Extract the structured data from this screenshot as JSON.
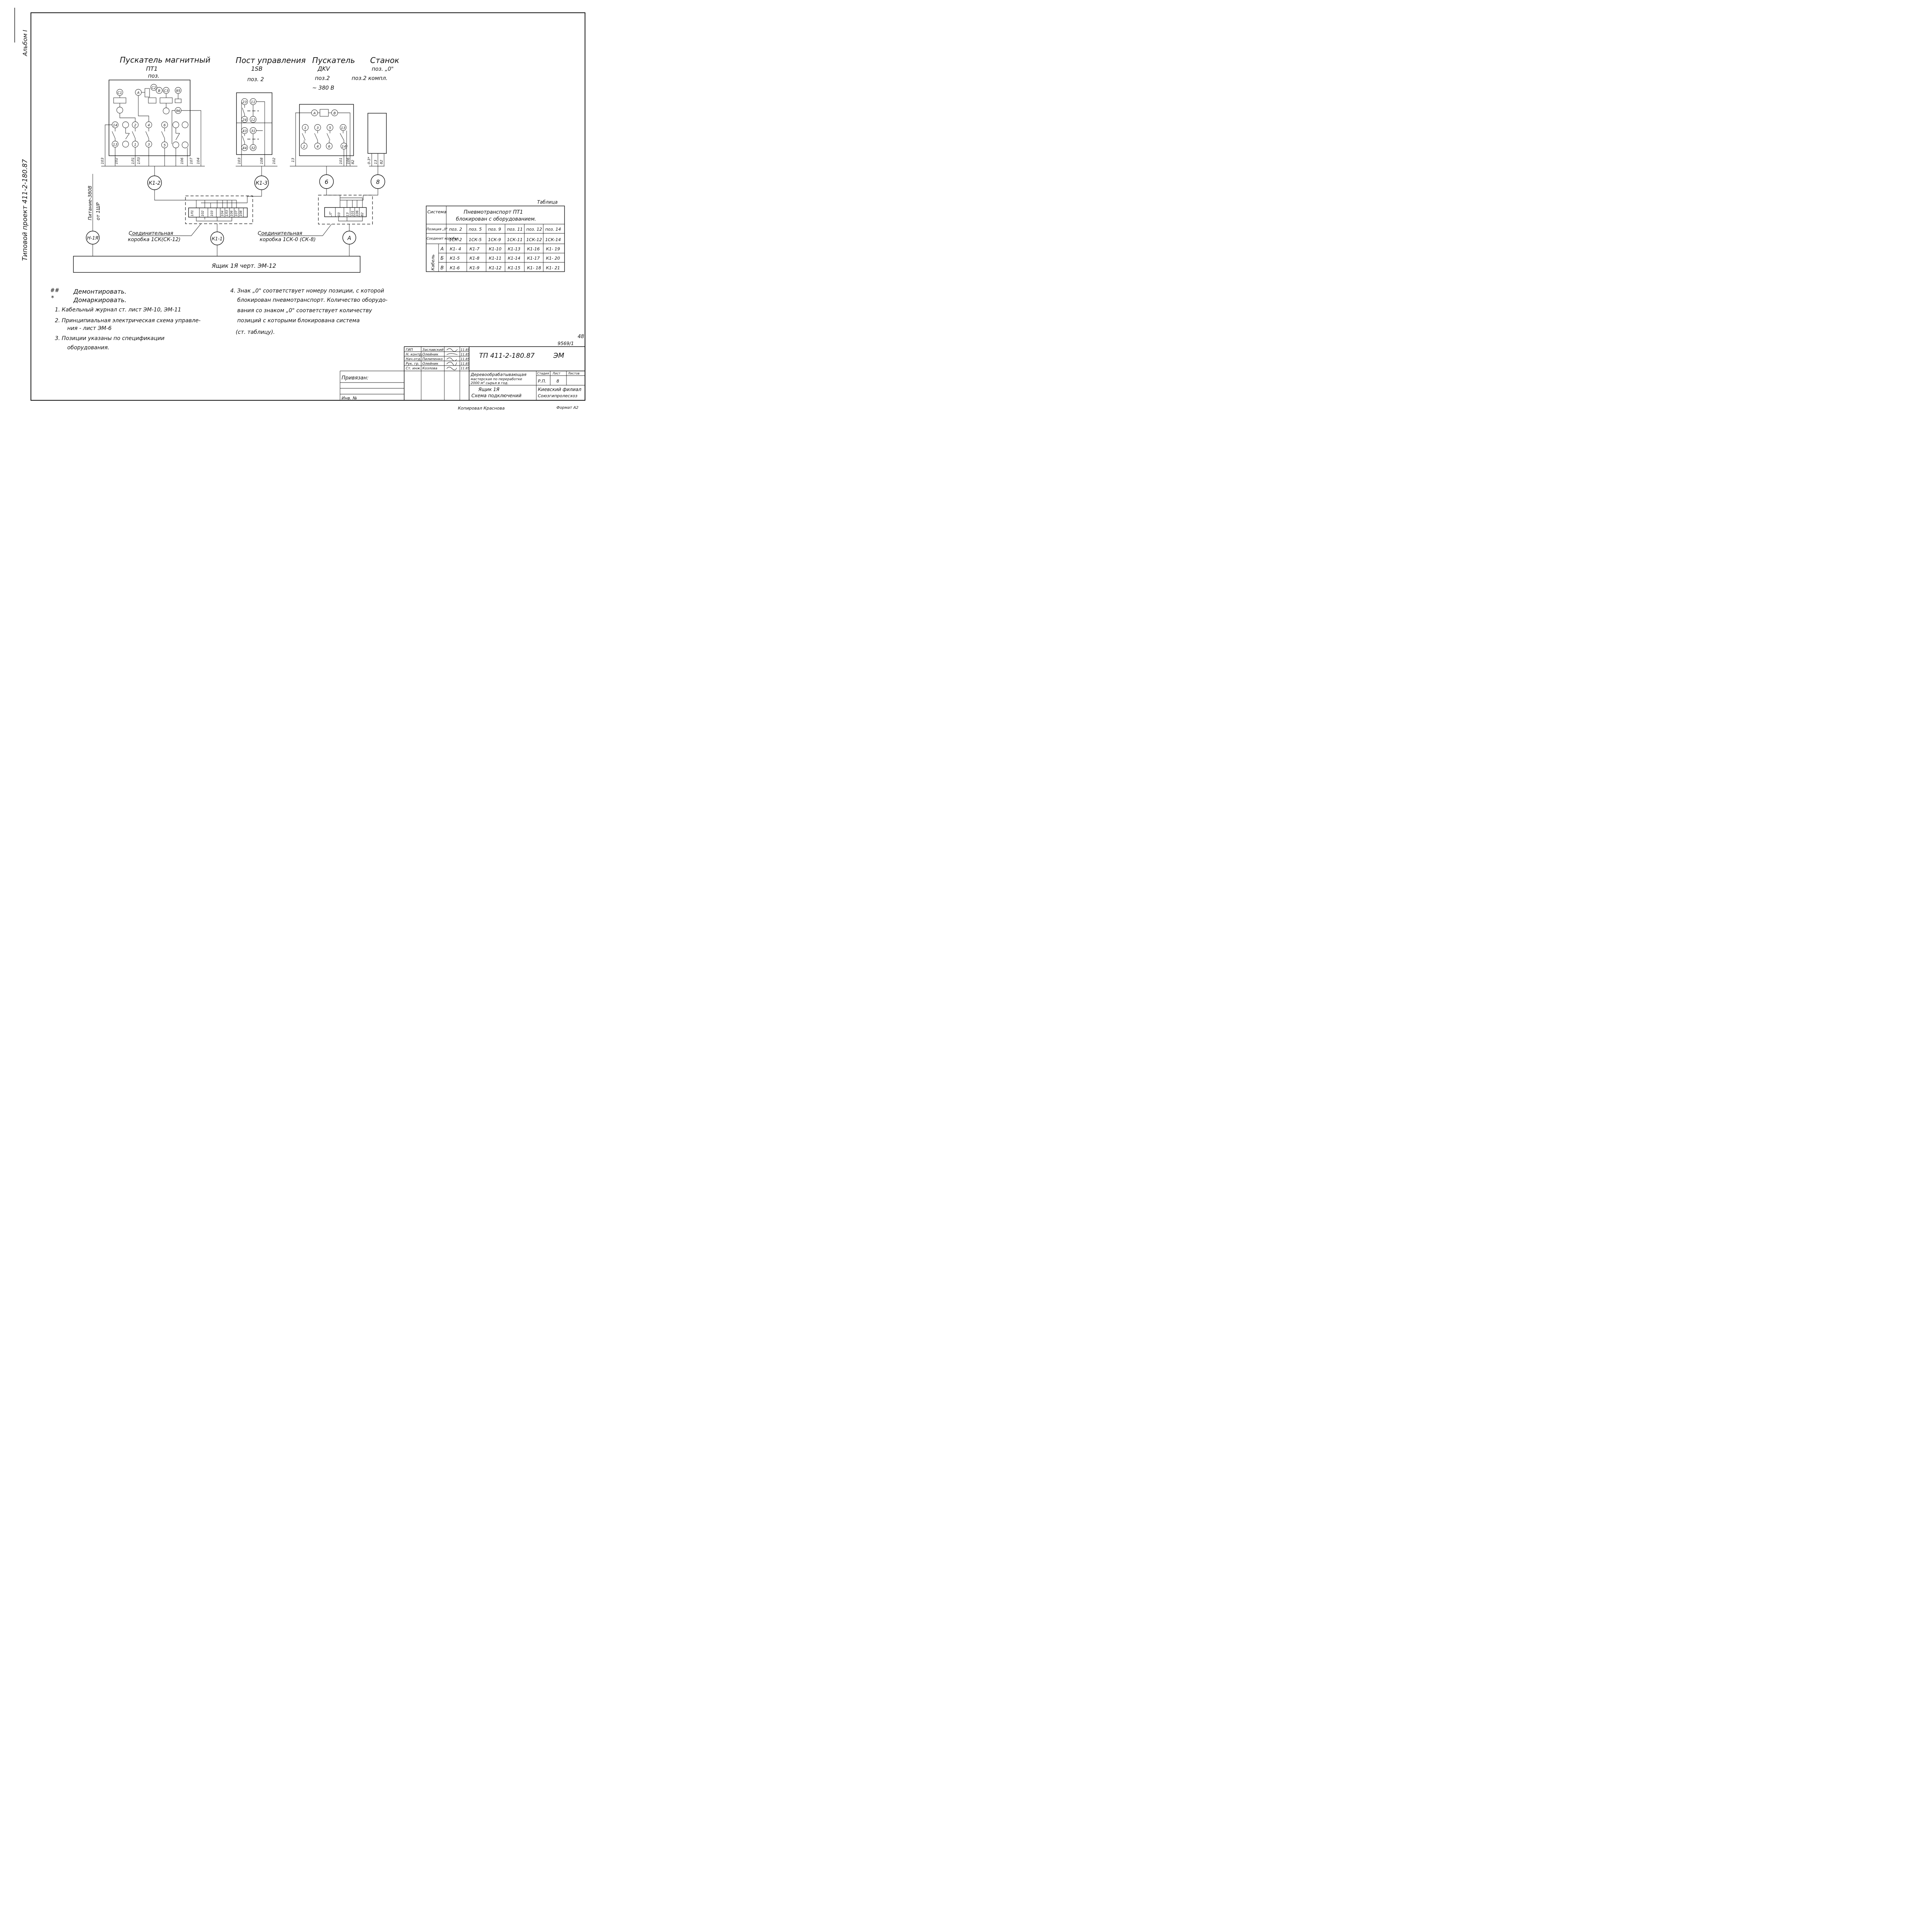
{
  "side": {
    "album": "Альбом I",
    "project": "Типовой проект 411-2-180.87"
  },
  "devices": {
    "pt1": {
      "title": "Пускатель магнитный",
      "sub": "ПТ1",
      "pos": "поз."
    },
    "post": {
      "title": "Пост управления",
      "sub": "1SB",
      "pos": "поз. 2"
    },
    "kv": {
      "title": "Пускатель",
      "sub": "ДKV",
      "pos": "поз.2",
      "voltage": "~ 380 В"
    },
    "machine": {
      "title": "Станок",
      "sub": "поз. „0\"",
      "pos": "поз.2  компл."
    }
  },
  "pt1_contacts": {
    "coils": [
      "С1",
      "А",
      "С2",
      "В",
      "С3",
      "95",
      "96"
    ],
    "top": [
      "14",
      "2",
      "4",
      "6"
    ],
    "bottom": [
      "13",
      "1",
      "3",
      "5"
    ],
    "wires": [
      "103",
      "102",
      "1Л1",
      "1Л3",
      "106",
      "107",
      "104"
    ]
  },
  "post_contacts": {
    "labels": [
      "23",
      "11",
      "24",
      "12",
      "43",
      "31",
      "44",
      "32"
    ],
    "wires": [
      "103",
      "108",
      "102"
    ]
  },
  "kv_contacts": {
    "coil": [
      "А",
      "В"
    ],
    "top": [
      "1",
      "3",
      "5",
      "13"
    ],
    "bottom": [
      "2",
      "4",
      "6",
      "14"
    ],
    "wires": [
      "13",
      "101",
      "106",
      "82"
    ]
  },
  "machine_wires": [
    "0-3*",
    "13",
    "82"
  ],
  "cables": {
    "k12": "К1-2",
    "k13": "К1-3",
    "c6": "6",
    "c8": "8",
    "n1ya": "Н-1Я",
    "k11": "К1-1",
    "a": "А"
  },
  "power": {
    "line1": "Питание-380В",
    "line2": "от 1ШР"
  },
  "junction1": {
    "label1": "Соединительная",
    "label2": "коробка 1СК(СК-12)",
    "terminals": [
      "1Л1",
      "102",
      "103",
      "104",
      "1Л3",
      "106",
      "107",
      "108"
    ]
  },
  "junction2": {
    "label1": "Соединительная",
    "label2": "коробка 1СК-0 (СК-8)",
    "terminals": [
      "„0\"",
      "03",
      "13",
      "101",
      "106",
      "82"
    ]
  },
  "box": {
    "label": "Ящик  1Я        черт. ЭМ-12"
  },
  "table": {
    "caption": "Таблица",
    "system": "Система",
    "header1": "Пневмотранспорт ПТ1",
    "header2": "блокирован с оборудованием.",
    "pos_label": "Позиция „0\"",
    "box_label": "Соединит коробка",
    "cable_label": "Кабель",
    "positions": [
      "поз. 2",
      "поз. 5",
      "поз. 9",
      "поз. 11",
      "поз. 12",
      "поз. 14"
    ],
    "boxes": [
      "1СК-2",
      "1СК-5",
      "1СК-9",
      "1СК-11",
      "1СК-12",
      "1СК-14"
    ],
    "rows": [
      {
        "k": "А",
        "cells": [
          "К1- 4",
          "К1-7",
          "К1-10",
          "К1-13",
          "К1-16",
          "К1- 19"
        ]
      },
      {
        "k": "Б",
        "cells": [
          "К1-5",
          "К1-8",
          "К1-11",
          "К1-14",
          "К1-17",
          "К1- 20"
        ]
      },
      {
        "k": "В",
        "cells": [
          "К1-6",
          "К1-9",
          "К1-12",
          "К1-15",
          "К1- 18",
          "К1- 21"
        ]
      }
    ]
  },
  "notes": {
    "mark1": "##",
    "note1": "Демонтировать.",
    "mark2": "*",
    "note2": "Домаркировать.",
    "n1": "1.  Кабельный журнал ст. лист ЭМ-10,  ЭМ-11",
    "n2a": "2.  Принципиальная электрическая схема управле-",
    "n2b": "ния - лист ЭМ-6",
    "n3a": "3.  Позиции указаны по спецификации",
    "n3b": "оборудования.",
    "n4a": "4. Знак „0\" соответствует номеру позиции, с которой",
    "n4b": "блокирован пневмотранспорт. Количество оборудо-",
    "n4c": "вания со знаком „0\" соответствует количеству",
    "n4d": "позиций с которыми блокирована система",
    "n4e": "(ст. таблицу)."
  },
  "stamp": {
    "sheet_no": "48",
    "code2": "9569/1",
    "roles": [
      "ГИП",
      "Н. контр.",
      "Нач.отд.",
      "Рук. гр.",
      "Ст. инж."
    ],
    "names": [
      "Заславский",
      "Олейник",
      "Пилипенко",
      "Олейник",
      "Козлова"
    ],
    "dates": [
      "11.85",
      "11.85",
      "11.85",
      "11.85",
      "11.85"
    ],
    "project": "ТП 411-2-180.87",
    "mark": "ЭМ",
    "title1": "Деревообрабатывающая",
    "title2": "мастерская по переработке",
    "title3": "2000 м³ сырья в год.",
    "stage_h": "Стадия",
    "sheet_h": "Лист",
    "sheets_h": "Листов",
    "stage": "Р.П.",
    "sheet": "8",
    "sub1": "Ящик 1Я",
    "sub2": "Схема подключений",
    "org1": "Киевский филиал",
    "org2": "Союзгипролесхоз",
    "bound": "Привязан:",
    "inv": "Инв. №",
    "copied": "Копировал Краснова",
    "format": "Формат А2"
  }
}
